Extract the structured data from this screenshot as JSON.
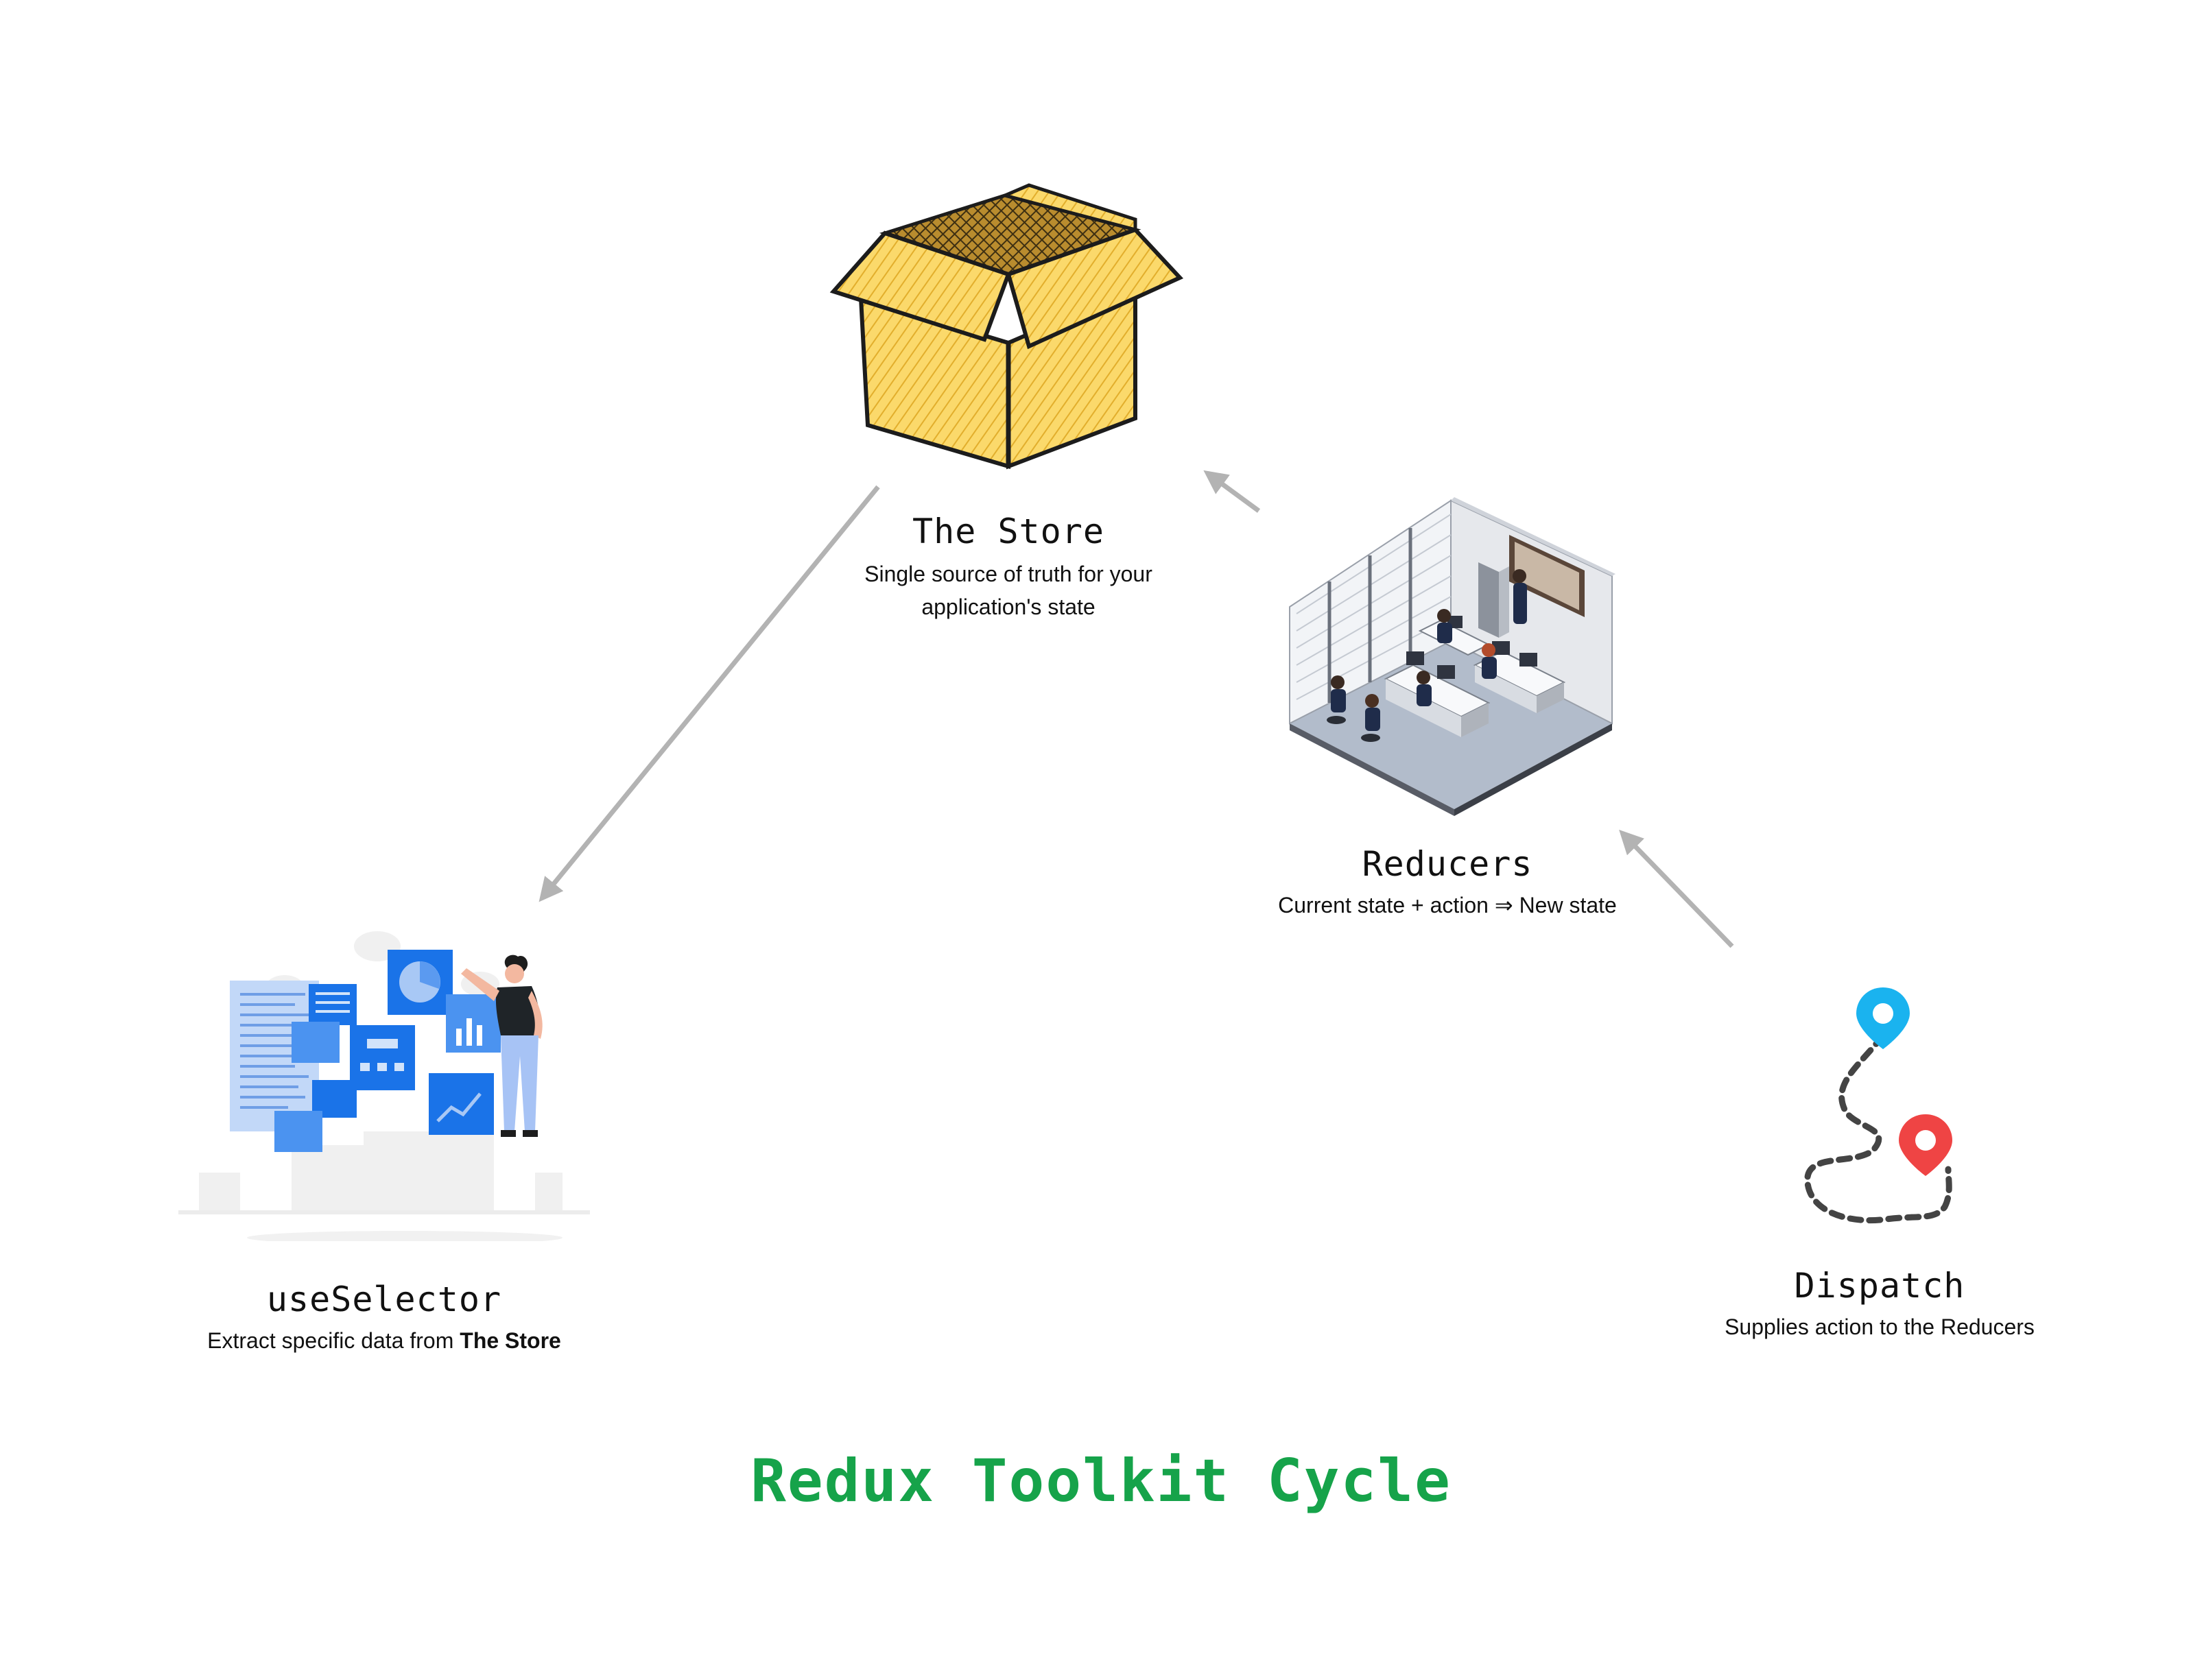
{
  "diagram": {
    "title": "Redux Toolkit Cycle",
    "title_color": "#16a34a",
    "arrow_color": "#b3b3b3",
    "nodes": {
      "store": {
        "title": "The Store",
        "description_line1": "Single source of truth for your",
        "description_line2": "application's state",
        "icon": "open-cardboard-box"
      },
      "reducers": {
        "title": "Reducers",
        "description": "Current state + action ⇒ New state",
        "icon": "isometric-office"
      },
      "dispatch": {
        "title": "Dispatch",
        "description": "Supplies action to the Reducers",
        "icon": "map-route-pins",
        "pin_start_color": "#1ab3ef",
        "pin_end_color": "#ef4444"
      },
      "useselector": {
        "title": "useSelector",
        "description_prefix": "Extract specific data from ",
        "description_bold": "The Store",
        "icon": "person-with-dashboard",
        "accent_color": "#1a73e8"
      }
    },
    "edges": [
      {
        "from": "dispatch",
        "to": "reducers"
      },
      {
        "from": "reducers",
        "to": "store"
      },
      {
        "from": "store",
        "to": "useselector"
      }
    ]
  }
}
